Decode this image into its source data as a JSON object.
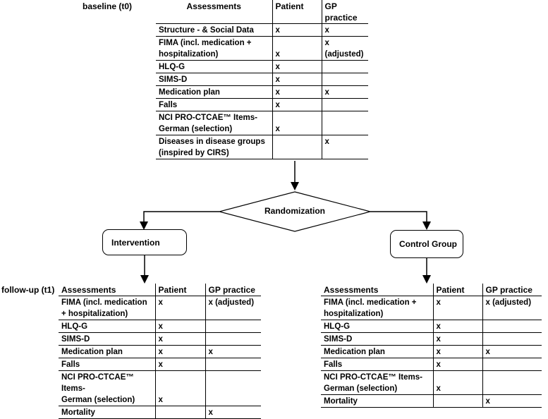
{
  "baseline": {
    "label": "baseline (t0)",
    "headers": [
      "Assessments",
      "Patient",
      "GP practice"
    ],
    "rows": [
      {
        "item": [
          "Structure - & Social Data"
        ],
        "patient": "x",
        "gp": "x"
      },
      {
        "item": [
          "FIMA (incl. medication +",
          "hospitalization)"
        ],
        "patient": "x",
        "gp": "x (adjusted)"
      },
      {
        "item": [
          "HLQ-G"
        ],
        "patient": "x",
        "gp": ""
      },
      {
        "item": [
          "SIMS-D"
        ],
        "patient": "x",
        "gp": ""
      },
      {
        "item": [
          "Medication plan"
        ],
        "patient": "x",
        "gp": "x"
      },
      {
        "item": [
          "Falls"
        ],
        "patient": "x",
        "gp": ""
      },
      {
        "item": [
          "NCI PRO-CTCAE™ Items-",
          "German (selection)"
        ],
        "patient": "x",
        "gp": ""
      },
      {
        "item": [
          "Diseases in disease groups",
          "(inspired by CIRS)"
        ],
        "patient": "",
        "gp": "x"
      }
    ]
  },
  "randomization": {
    "label": "Randomization"
  },
  "intervention": {
    "label": "Intervention"
  },
  "control": {
    "label": "Control Group"
  },
  "followup": {
    "label": "follow-up (t1)",
    "headers": [
      "Assessments",
      "Patient",
      "GP practice"
    ],
    "rows": [
      {
        "item": [
          "FIMA (incl. medication",
          "+ hospitalization)"
        ],
        "patient": "x",
        "gp": "x (adjusted)"
      },
      {
        "item": [
          "HLQ-G"
        ],
        "patient": "x",
        "gp": ""
      },
      {
        "item": [
          "SIMS-D"
        ],
        "patient": "x",
        "gp": ""
      },
      {
        "item": [
          "Medication plan"
        ],
        "patient": "x",
        "gp": "x"
      },
      {
        "item": [
          "Falls"
        ],
        "patient": "x",
        "gp": ""
      },
      {
        "item": [
          "NCI PRO-CTCAE™ Items-",
          "German (selection)"
        ],
        "patient": "x",
        "gp": ""
      },
      {
        "item": [
          "Mortality"
        ],
        "patient": "",
        "gp": "x"
      }
    ]
  },
  "control_followup": {
    "headers": [
      "Assessments",
      "Patient",
      "GP practice"
    ],
    "rows": [
      {
        "item": [
          "FIMA (incl. medication +",
          "hospitalization)"
        ],
        "patient": "x",
        "gp": "x (adjusted)"
      },
      {
        "item": [
          "HLQ-G"
        ],
        "patient": "x",
        "gp": ""
      },
      {
        "item": [
          "SIMS-D"
        ],
        "patient": "x",
        "gp": ""
      },
      {
        "item": [
          "Medication plan"
        ],
        "patient": "x",
        "gp": "x"
      },
      {
        "item": [
          "Falls"
        ],
        "patient": "x",
        "gp": ""
      },
      {
        "item": [
          "NCI PRO-CTCAE™ Items-",
          "German (selection)"
        ],
        "patient": "x",
        "gp": ""
      },
      {
        "item": [
          "Mortality"
        ],
        "patient": "",
        "gp": "x"
      }
    ]
  }
}
